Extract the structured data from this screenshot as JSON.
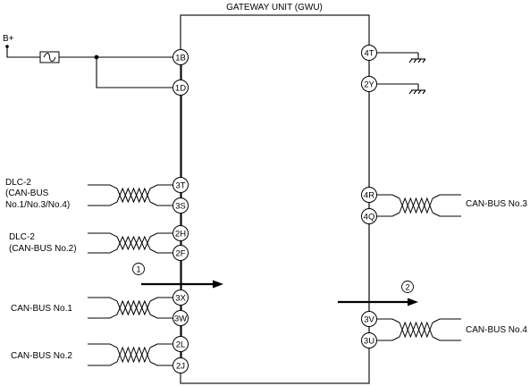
{
  "diagram": {
    "unit_title": "GATEWAY UNIT (GWU)",
    "power_label": "B+",
    "pins": {
      "p1B": "1B",
      "p1D": "1D",
      "p3T": "3T",
      "p3S": "3S",
      "p2H": "2H",
      "p2F": "2F",
      "p3X": "3X",
      "p3W": "3W",
      "p2L": "2L",
      "p2J": "2J",
      "p4T": "4T",
      "p2Y": "2Y",
      "p4R": "4R",
      "p4Q": "4Q",
      "p3V": "3V",
      "p3U": "3U"
    },
    "left_labels": {
      "dlc_a": [
        "DLC-2",
        "(CAN-BUS",
        "No.1/No.3/No.4)"
      ],
      "dlc_b": [
        "DLC-2",
        "(CAN-BUS No.2)"
      ],
      "can1": "CAN-BUS No.1",
      "can2": "CAN-BUS No.2"
    },
    "right_labels": {
      "can3": "CAN-BUS No.3",
      "can4": "CAN-BUS No.4"
    },
    "markers": {
      "m1": "1",
      "m2": "2"
    }
  }
}
